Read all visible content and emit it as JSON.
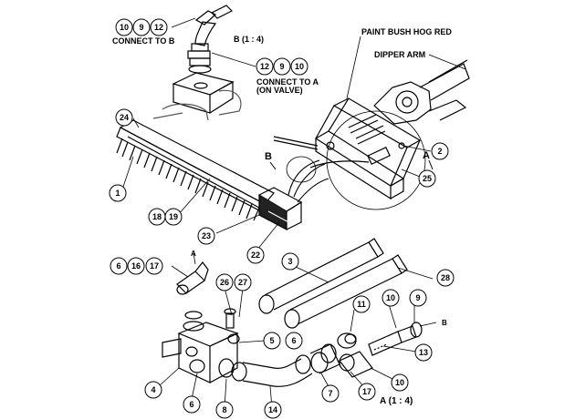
{
  "notes": {
    "connect_to_b": "CONNECT TO B",
    "connect_to_a": "CONNECT TO A",
    "on_valve": "(ON VALVE)",
    "paint": "PAINT  BUSH HOG RED",
    "dipper_arm": "DIPPER ARM",
    "detail_b": "B (1 : 4)",
    "detail_a": "A (1 : 4)",
    "view_b": "B",
    "view_a": "A",
    "lbl_a_small": "A",
    "lbl_b_small": "B"
  },
  "callouts": {
    "c10a": "10",
    "c9a": "9",
    "c12a": "12",
    "c12b": "12",
    "c9b": "9",
    "c10b": "10",
    "c24": "24",
    "c2": "2",
    "c25": "25",
    "c1": "1",
    "c18": "18",
    "c19": "19",
    "c23": "23",
    "c22": "22",
    "c3": "3",
    "c28": "28",
    "c6a": "6",
    "c16": "16",
    "c17a": "17",
    "c26": "26",
    "c27": "27",
    "c11": "11",
    "c10c": "10",
    "c9c": "9",
    "c5": "5",
    "c6b": "6",
    "c13": "13",
    "c4": "4",
    "c6c": "6",
    "c8": "8",
    "c14": "14",
    "c7": "7",
    "c17b": "17",
    "c10d": "10"
  }
}
